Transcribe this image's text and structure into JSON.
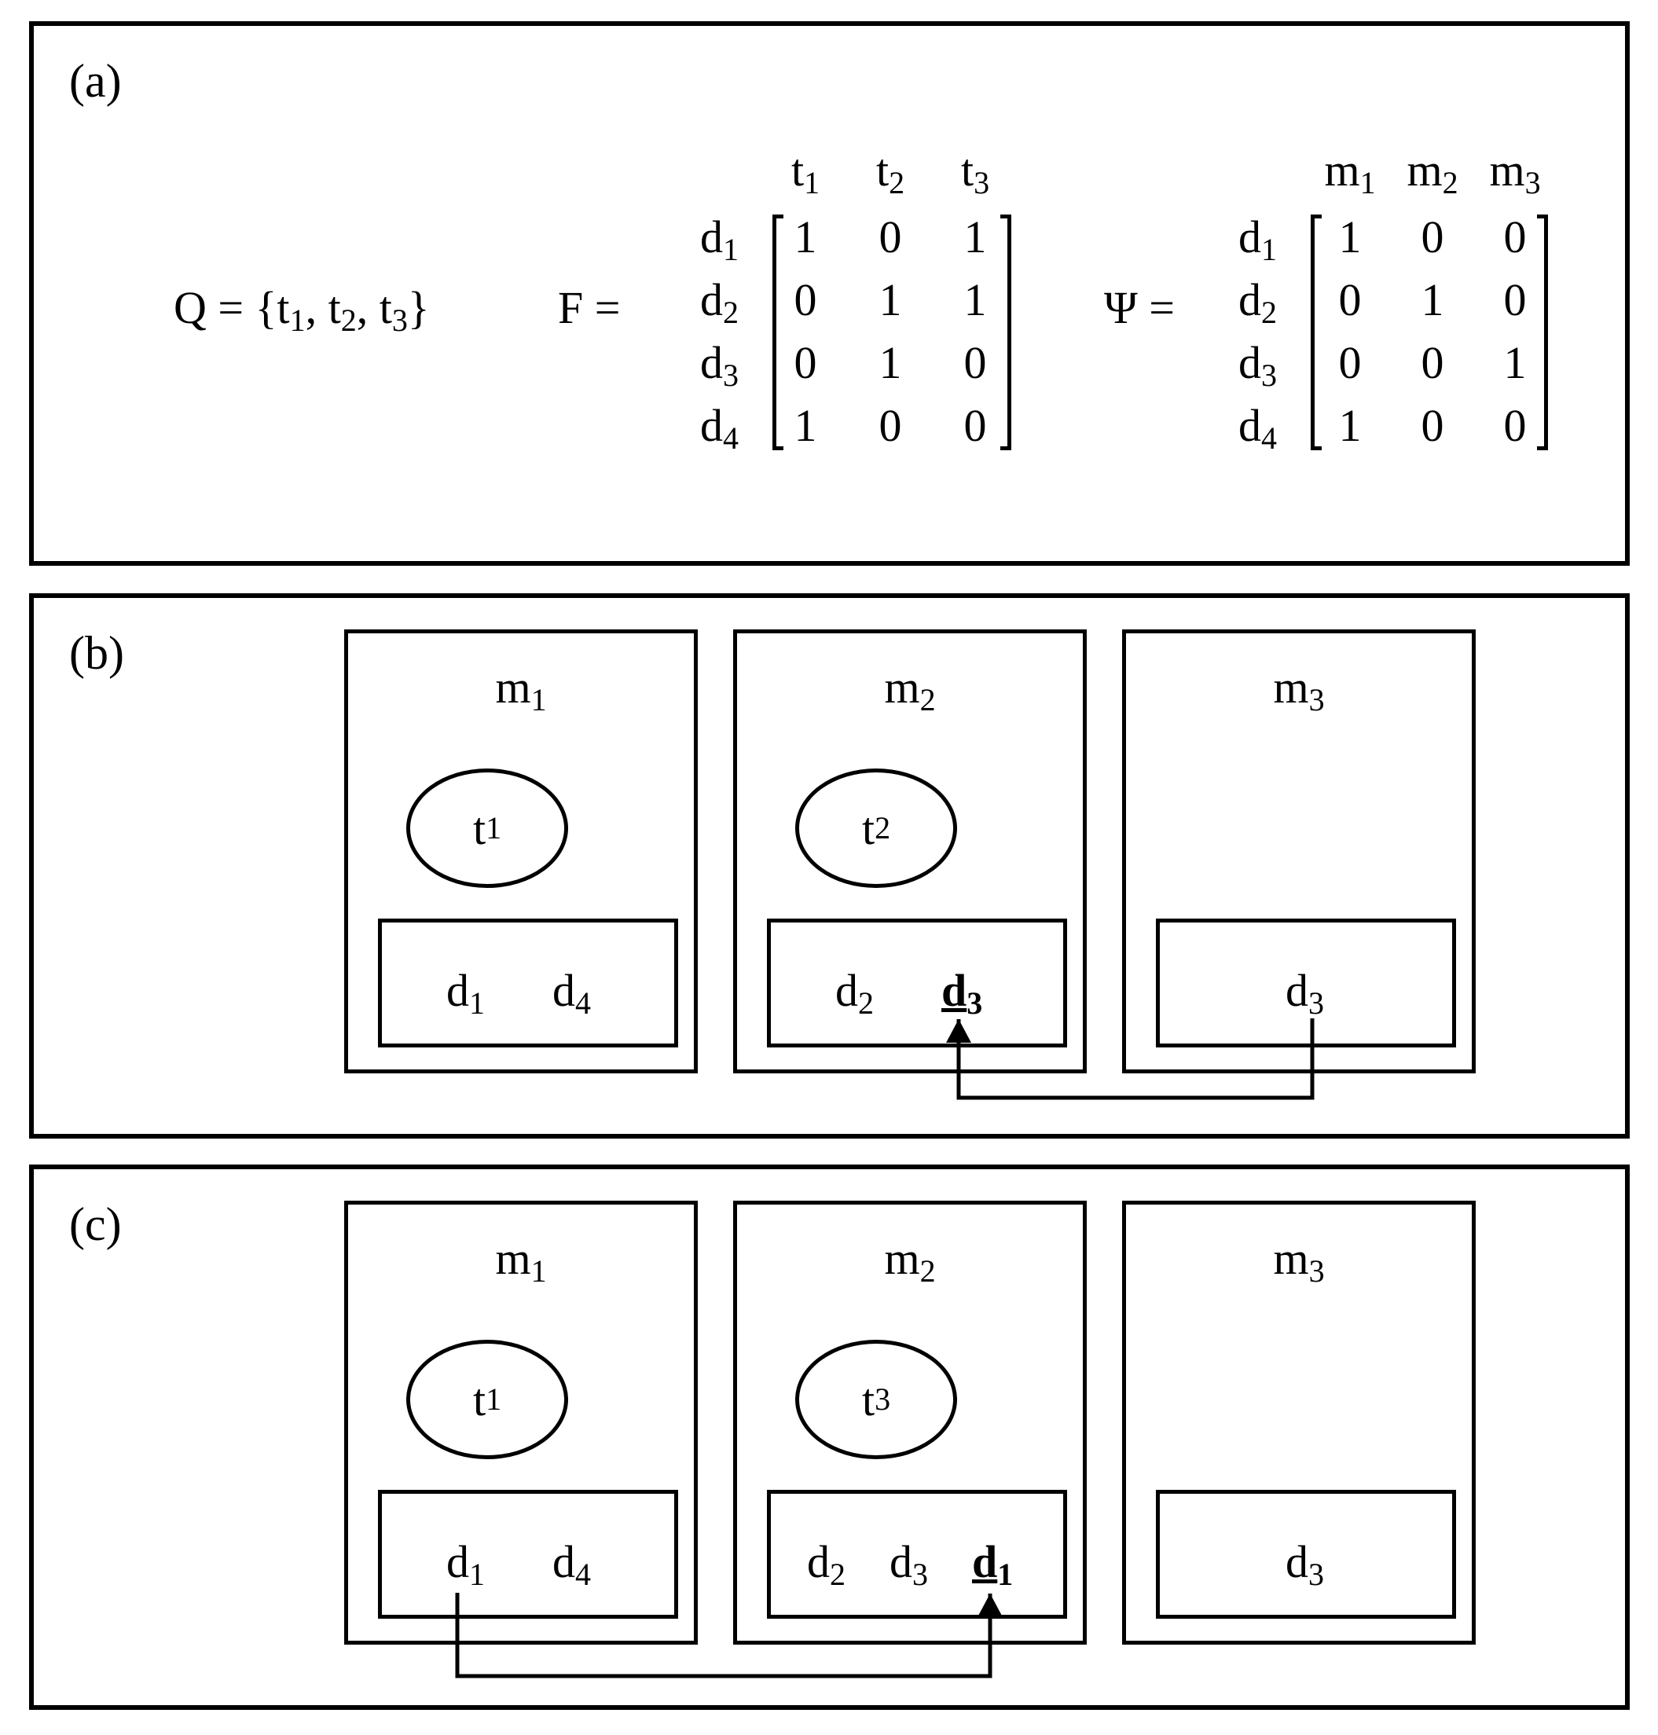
{
  "panel_a": {
    "label": "(a)",
    "Q": "Q = {t₁, t₂, t₃}",
    "F_label": "F =",
    "Psi_label": "Ψ =",
    "F": {
      "cols": [
        "t1",
        "t2",
        "t3"
      ],
      "rows": [
        "d1",
        "d2",
        "d3",
        "d4"
      ],
      "values": [
        [
          1,
          0,
          1
        ],
        [
          0,
          1,
          1
        ],
        [
          0,
          1,
          0
        ],
        [
          1,
          0,
          0
        ]
      ]
    },
    "Psi": {
      "cols": [
        "m1",
        "m2",
        "m3"
      ],
      "rows": [
        "d1",
        "d2",
        "d3",
        "d4"
      ],
      "values": [
        [
          1,
          0,
          0
        ],
        [
          0,
          1,
          0
        ],
        [
          0,
          0,
          1
        ],
        [
          1,
          0,
          0
        ]
      ]
    }
  },
  "panel_b": {
    "label": "(b)",
    "machines": [
      {
        "name": "m1",
        "task": "t1",
        "docs": [
          "d1",
          "d4"
        ]
      },
      {
        "name": "m2",
        "task": "t2",
        "docs": [
          "d2",
          "d3"
        ],
        "moved": "d3"
      },
      {
        "name": "m3",
        "task": "",
        "docs": [
          "d3"
        ]
      }
    ]
  },
  "panel_c": {
    "label": "(c)",
    "machines": [
      {
        "name": "m1",
        "task": "t1",
        "docs": [
          "d1",
          "d4"
        ]
      },
      {
        "name": "m2",
        "task": "t3",
        "docs": [
          "d2",
          "d3",
          "d1"
        ],
        "moved": "d1"
      },
      {
        "name": "m3",
        "task": "",
        "docs": [
          "d3"
        ]
      }
    ]
  }
}
